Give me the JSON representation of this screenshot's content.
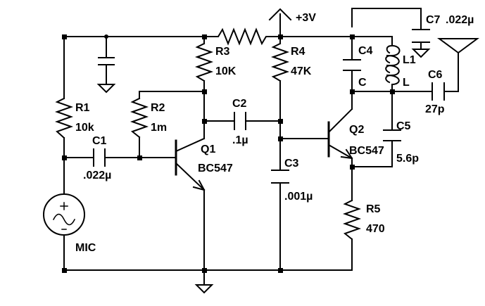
{
  "supply": {
    "label": "+3V"
  },
  "components": {
    "R1": {
      "ref": "R1",
      "value": "10k"
    },
    "R2": {
      "ref": "R2",
      "value": "1m"
    },
    "R3": {
      "ref": "R3",
      "value": "10K"
    },
    "R4": {
      "ref": "R4",
      "value": "47K"
    },
    "R5": {
      "ref": "R5",
      "value": "470"
    },
    "C1": {
      "ref": "C1",
      "value": ".022µ"
    },
    "C2": {
      "ref": "C2",
      "value": ".1µ"
    },
    "C3": {
      "ref": "C3",
      "value": ".001µ"
    },
    "C4": {
      "ref": "C4",
      "value": "C"
    },
    "C5": {
      "ref": "C5",
      "value": "5.6p"
    },
    "C6": {
      "ref": "C6",
      "value": "27p"
    },
    "C7": {
      "ref": "C7",
      "value": ".022µ"
    },
    "L1": {
      "ref": "L1",
      "value": "L"
    },
    "Q1": {
      "ref": "Q1",
      "part": "BC547"
    },
    "Q2": {
      "ref": "Q2",
      "part": "BC547"
    },
    "MIC": {
      "ref": "MIC"
    }
  }
}
